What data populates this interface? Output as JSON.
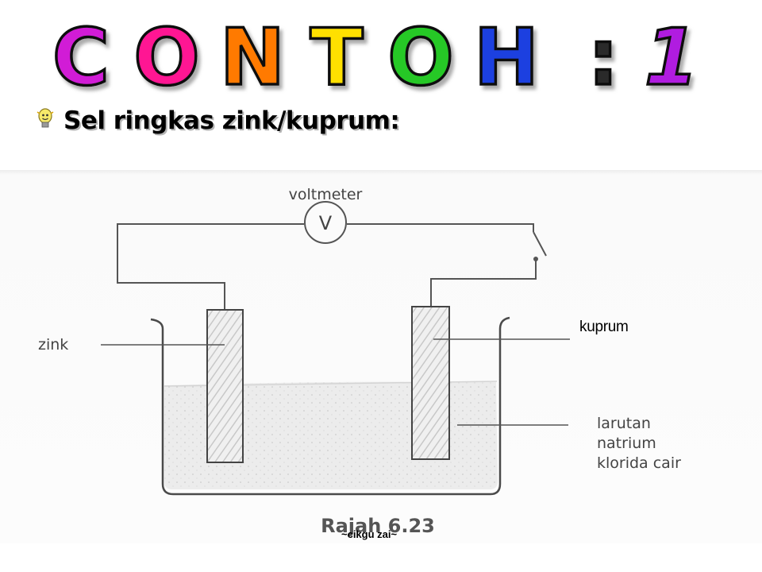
{
  "slide": {
    "title": "CONTOH : 1",
    "title_letters": [
      "C",
      "O",
      "N",
      "T",
      "O",
      "H",
      ":",
      "1"
    ],
    "title_colors": [
      "#d11ed6",
      "#ff1493",
      "#ff7a00",
      "#ffe000",
      "#28c828",
      "#1e3fe0",
      "#2a2a2a",
      "#b01ee0"
    ],
    "bullet_icon": "cartoon-lightbulb-icon",
    "subtitle": "Sel ringkas zink/kuprum:",
    "credit": "~cikgu zai~"
  },
  "diagram": {
    "voltmeter_label": "voltmeter",
    "voltmeter_symbol": "V",
    "zinc_label": "zink",
    "copper_label": "kuprum",
    "solution_label_lines": [
      "larutan",
      "natrium",
      "klorida cair"
    ],
    "caption": "Rajah 6.23"
  }
}
